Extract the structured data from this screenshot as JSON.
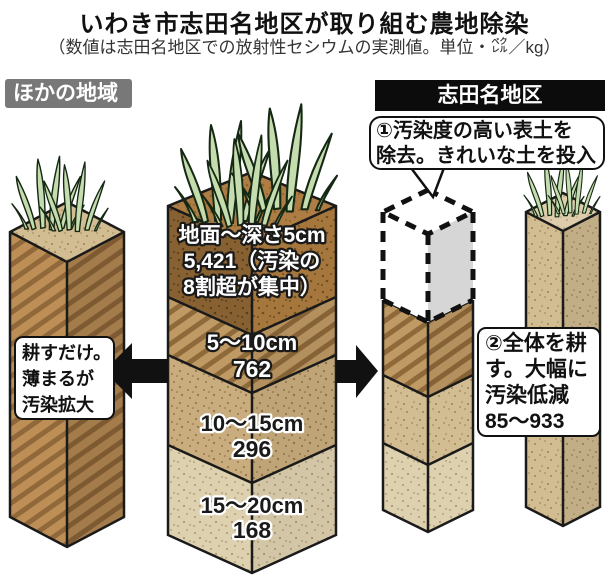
{
  "header": {
    "title": "いわき市志田名地区が取り組む農地除染",
    "subtitle_prefix": "（数値は志田名地区での放射性セシウムの実測値。単位・",
    "unit_top": "ベク",
    "unit_bottom": "レル",
    "subtitle_suffix": "／kg）"
  },
  "labels": {
    "other_region": "ほかの地域",
    "shidana_region": "志田名地区"
  },
  "annotations": {
    "left_note": [
      "耕すだけ。",
      "薄まるが",
      "汚染拡大"
    ],
    "step1": [
      "①汚染度の高い表土を",
      "除去。きれいな土を投入"
    ],
    "step2": [
      "②全体を耕",
      "す。大幅に",
      "汚染低減",
      "85～933"
    ]
  },
  "soil": {
    "layer1": {
      "l1": "地面～深さ5cm",
      "l2": "5,421（汚染の",
      "l3": "8割超が集中）"
    },
    "layer2": {
      "l1": "5～10cm",
      "l2": "762"
    },
    "layer3": {
      "l1": "10～15cm",
      "l2": "296"
    },
    "layer4": {
      "l1": "15～20cm",
      "l2": "168"
    }
  },
  "colors": {
    "topsoil_brown": "#a5773d",
    "striped_soil": "#c09a64",
    "mid_soil": "#c9ad7e",
    "light_soil": "#ded1b0",
    "tan_soil": "#d2bc92",
    "grass_green": "#c5dcaf",
    "label_gray": "#787878",
    "label_black": "#0c0c0c"
  }
}
